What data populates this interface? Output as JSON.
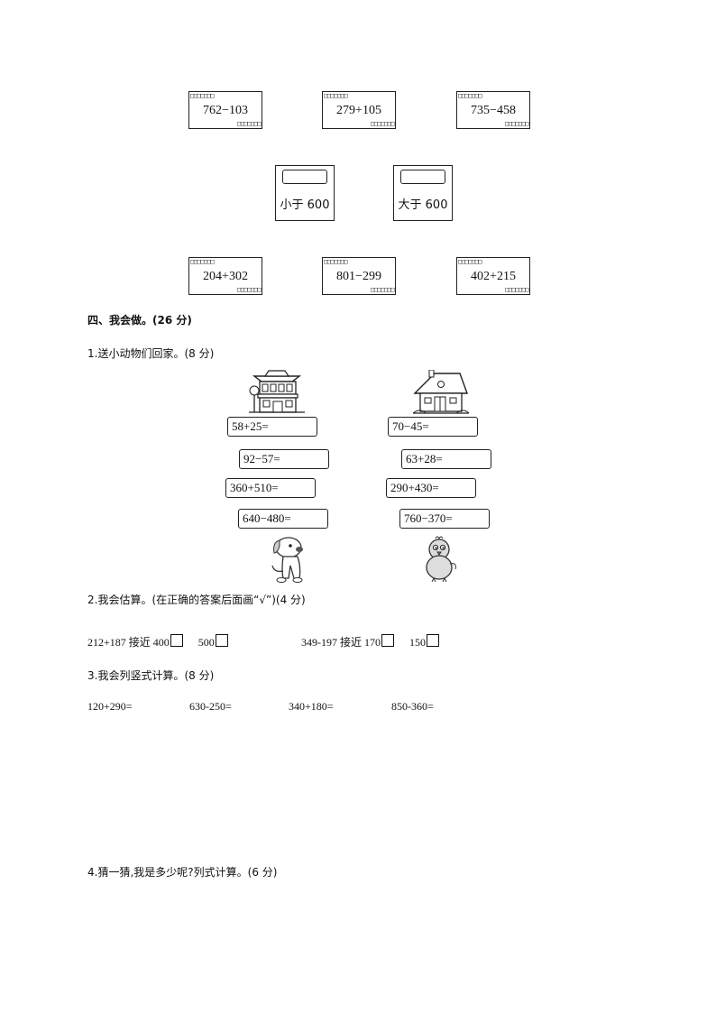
{
  "cards_top": [
    {
      "dots_top": "□□□□□□□",
      "expr": "762−103",
      "dots_bottom": "□□□□□□□"
    },
    {
      "dots_top": "□□□□□□□",
      "expr": "279+105",
      "dots_bottom": "□□□□□□□"
    },
    {
      "dots_top": "□□□□□□□",
      "expr": "735−458",
      "dots_bottom": "□□□□□□□"
    }
  ],
  "bins": [
    {
      "label": "小于 600"
    },
    {
      "label": "大于 600"
    }
  ],
  "cards_bottom": [
    {
      "dots_top": "□□□□□□□",
      "expr": "204+302",
      "dots_bottom": "□□□□□□□"
    },
    {
      "dots_top": "□□□□□□□",
      "expr": "801−299",
      "dots_bottom": "□□□□□□□"
    },
    {
      "dots_top": "□□□□□□□",
      "expr": "402+215",
      "dots_bottom": "□□□□□□□"
    }
  ],
  "section4": {
    "title": "四、我会做。(26 分)"
  },
  "q1": {
    "title": "1.送小动物们回家。(8 分)",
    "left": [
      "58+25=",
      "92−57=",
      "360+510=",
      "640−480="
    ],
    "right": [
      "70−45=",
      "63+28=",
      "290+430=",
      "760−370="
    ]
  },
  "q2": {
    "title": "2.我会估算。(在正确的答案后面画“√”)(4 分)",
    "a_expr": "212+187 接近 400",
    "a_opt2": "500",
    "b_expr": "349-197 接近 170",
    "b_opt2": "150"
  },
  "q3": {
    "title": "3.我会列竖式计算。(8 分)",
    "items": [
      "120+290=",
      "630-250=",
      "340+180=",
      "850-360="
    ]
  },
  "q4": {
    "title": "4.猜一猜,我是多少呢?列式计算。(6 分)"
  }
}
